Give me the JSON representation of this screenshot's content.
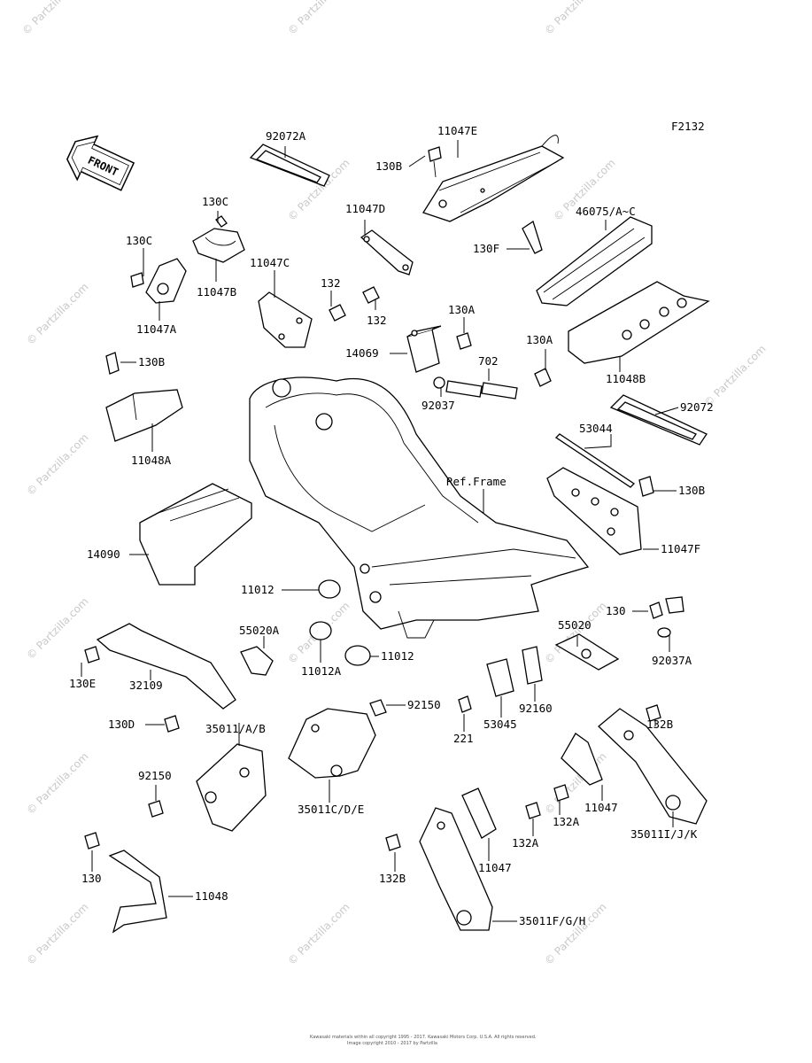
{
  "figure_code": "F2132",
  "front_arrow_text": "FRONT",
  "watermark_text": "© Partzilla.com",
  "footer": {
    "line1": "Kawasaki materials within all copyright 1995 - 2017. Kawasaki Motors Corp. U.S.A. All rights reserved.",
    "line2": "Image copyright 2010 - 2017 by Partzilla"
  },
  "labels": {
    "l92072A": "92072A",
    "l11047E": "11047E",
    "l130B_top": "130B",
    "l130C_a": "130C",
    "l130C_b": "130C",
    "l11047B": "11047B",
    "l11047A": "11047A",
    "l11047D": "11047D",
    "l46075": "46075/A~C",
    "l130F": "130F",
    "l11047C": "11047C",
    "l132_a": "132",
    "l132_b": "132",
    "l130A_a": "130A",
    "l130A_b": "130A",
    "l14069": "14069",
    "l702": "702",
    "l92037": "92037",
    "l11048B": "11048B",
    "l130B_left": "130B",
    "l11048A": "11048A",
    "l92072": "92072",
    "l53044": "53044",
    "l_ref_frame": "Ref.Frame",
    "l130B_right": "130B",
    "l14090": "14090",
    "l11047F": "11047F",
    "l11012_a": "11012",
    "l130": "130",
    "l55020A": "55020A",
    "l55020": "55020",
    "l92037A": "92037A",
    "l130E": "130E",
    "l32109": "32109",
    "l11012A": "11012A",
    "l11012_b": "11012",
    "l92150_a": "92150",
    "l130D": "130D",
    "l35011AB": "35011/A/B",
    "l221": "221",
    "l53045": "53045",
    "l92160": "92160",
    "l132B_a": "132B",
    "l92150_b": "92150",
    "l35011CDE": "35011C/D/E",
    "l132A_a": "132A",
    "l11047_a": "11047",
    "l35011IJK": "35011I/J/K",
    "l132A_b": "132A",
    "l130_b": "130",
    "l132B_b": "132B",
    "l11047_b": "11047",
    "l11048": "11048",
    "l35011FGH": "35011F/G/H"
  }
}
